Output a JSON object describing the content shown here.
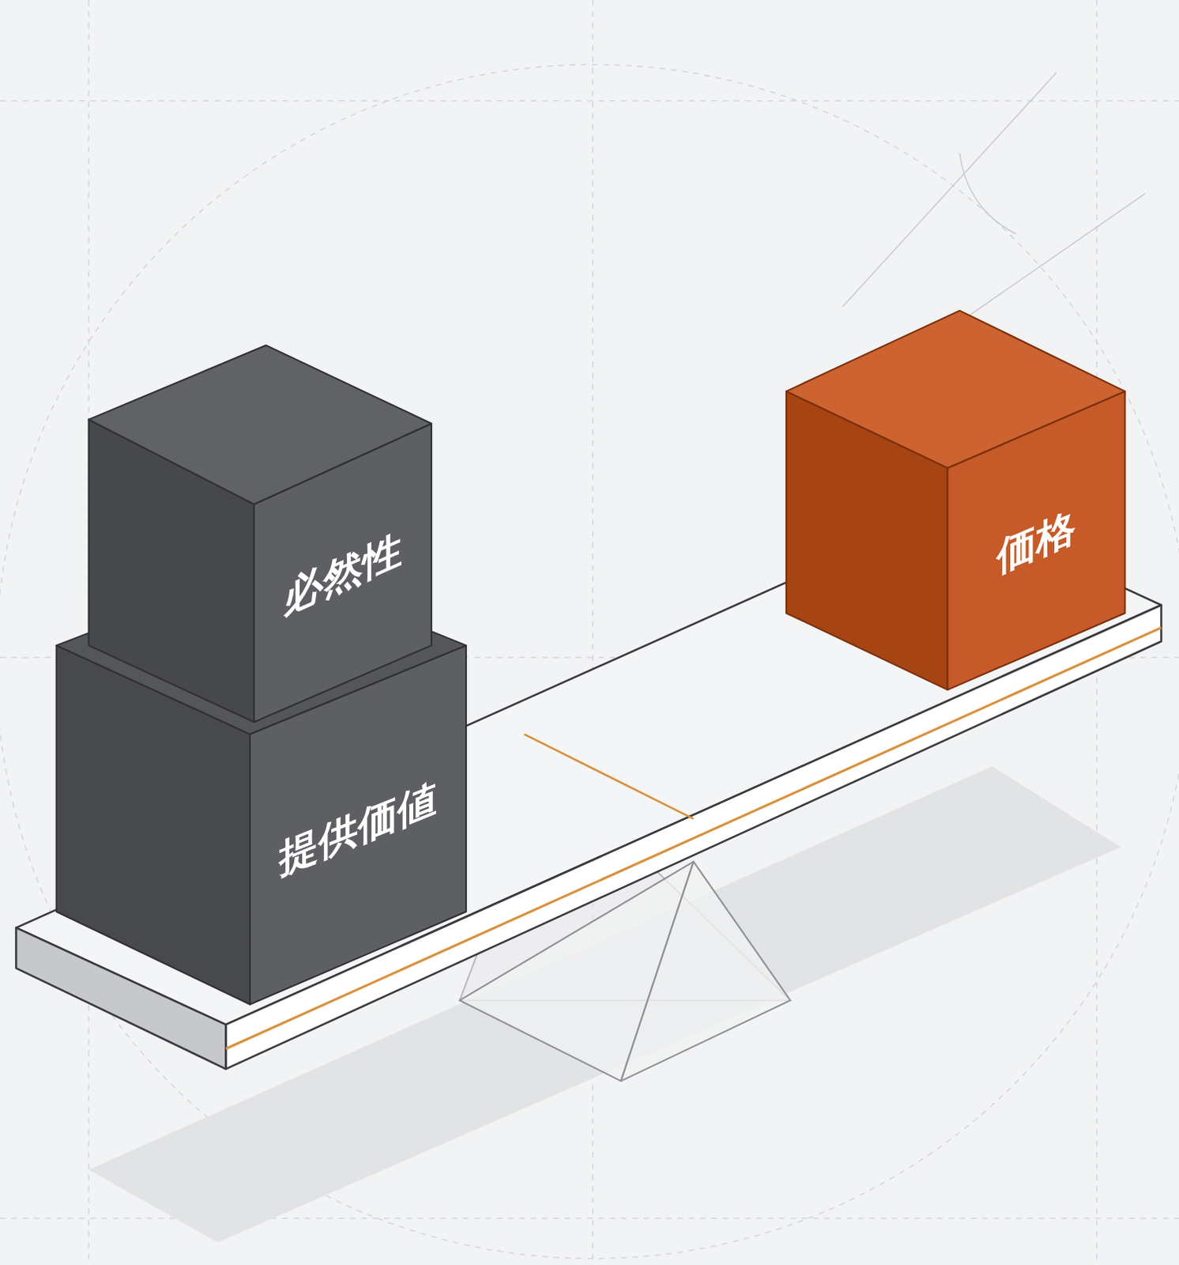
{
  "diagram": {
    "nodes": [
      {
        "text": [
          "必然性"
        ]
      },
      {
        "text": [
          "提供価値"
        ]
      },
      {
        "text": [
          "価格"
        ]
      }
    ]
  }
}
